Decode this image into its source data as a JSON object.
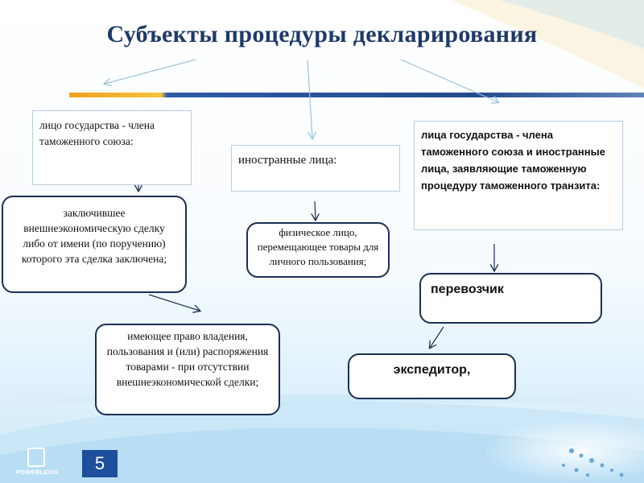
{
  "slide": {
    "title": "Субъекты процедуры декларирования",
    "number": "5",
    "logo_text": "POWERLEXIS"
  },
  "diagram": {
    "nodes": [
      {
        "id": "member-state-person",
        "text": "лицо государства - члена таможенного союза:"
      },
      {
        "id": "foreign-persons",
        "text": "иностранные лица:"
      },
      {
        "id": "transit-declarants",
        "text": "лица государства - члена таможенного союза и иностранные лица, заявляющие таможенную процедуру таможенного транзита:"
      },
      {
        "id": "contract-party",
        "text": "заключившее внешнеэкономическую сделку либо от имени (по поручению) которого эта сделка заключена;"
      },
      {
        "id": "individual",
        "text": "физическое лицо, перемещающее товары для личного пользования;"
      },
      {
        "id": "carrier",
        "text": "перевозчик"
      },
      {
        "id": "owner-right",
        "text": "имеющее право владения, пользования и (или) распоряжения товарами - при отсутствии внешнеэкономической сделки;"
      },
      {
        "id": "forwarder",
        "text": "экспедитор,"
      }
    ],
    "edges": [
      {
        "from": "title",
        "to": "member-state-person"
      },
      {
        "from": "title",
        "to": "foreign-persons"
      },
      {
        "from": "title",
        "to": "transit-declarants"
      },
      {
        "from": "member-state-person",
        "to": "contract-party"
      },
      {
        "from": "contract-party",
        "to": "owner-right"
      },
      {
        "from": "foreign-persons",
        "to": "individual"
      },
      {
        "from": "transit-declarants",
        "to": "carrier"
      },
      {
        "from": "carrier",
        "to": "forwarder"
      }
    ]
  },
  "colors": {
    "title": "#1f3a68",
    "box_border_round": "#1c2f55",
    "box_border_rect": "#b9cddd",
    "accent_orange": "#f0a21c",
    "accent_blue": "#234b8e",
    "slide_number_bg": "#1e4f9c"
  }
}
